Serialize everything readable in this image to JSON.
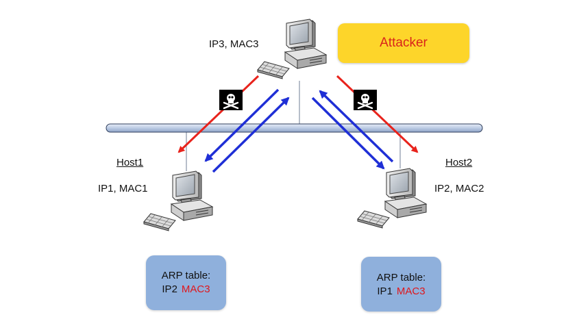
{
  "attacker": {
    "label": "Attacker",
    "address": "IP3, MAC3"
  },
  "host1": {
    "name": "Host1",
    "address": "IP1, MAC1"
  },
  "host2": {
    "name": "Host2",
    "address": "IP2, MAC2"
  },
  "arp_table_1": {
    "title": "ARP table:",
    "ip": "IP2",
    "mac": "MAC3"
  },
  "arp_table_2": {
    "title": "ARP table:",
    "ip": "IP1",
    "mac": "MAC3"
  },
  "colors": {
    "spoof_arrow": "#e8231c",
    "traffic_arrow": "#1f2fd6",
    "attacker_box": "#fdd52a",
    "arp_box": "#8fb0dc",
    "network_bus": "#c8d6ec",
    "poison_badge": "#000000"
  },
  "icons": {
    "computer": "computer-icon",
    "poison": "skull-crossbones-icon"
  }
}
